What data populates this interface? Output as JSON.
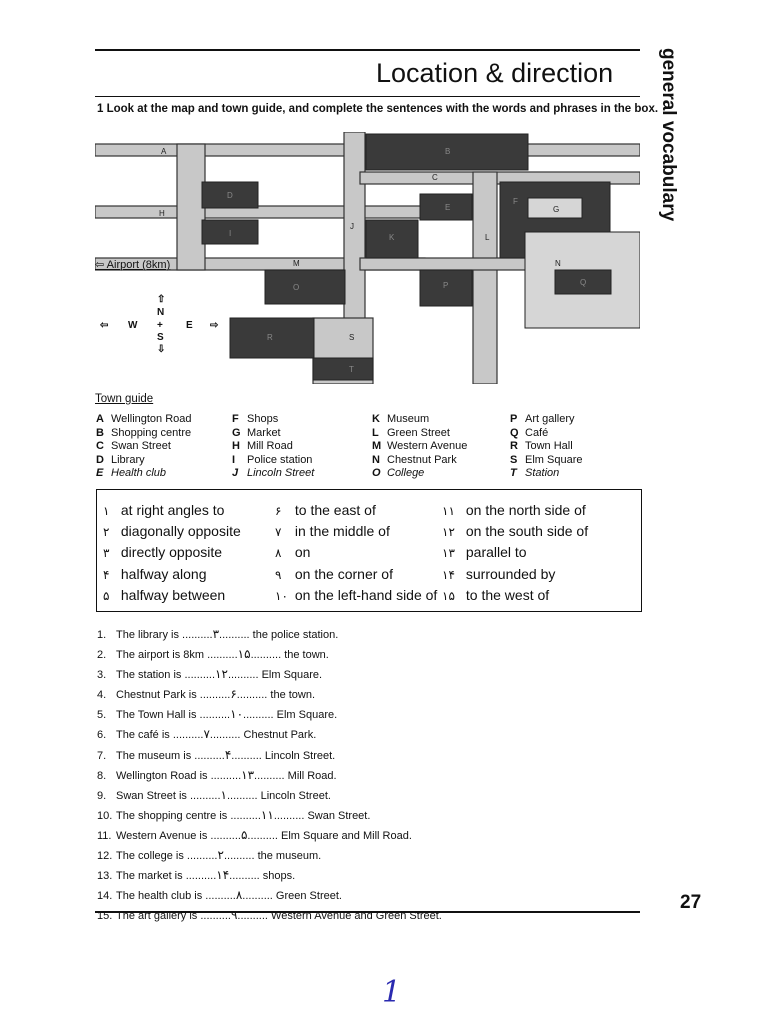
{
  "header": {
    "title": "Location & direction",
    "side_label": "general vocabulary",
    "instruction": "1 Look at the map and town guide, and complete the sentences with the words and phrases in the box."
  },
  "map": {
    "airport_label": "⇦ Airport (8km)",
    "compass": {
      "north": "N",
      "south": "S",
      "west": "W",
      "east": "E",
      "centre": "+",
      "arrow_up": "⇧",
      "arrow_down": "⇩",
      "arrow_left": "⇦",
      "arrow_right": "⇨"
    },
    "labels": [
      "A",
      "B",
      "C",
      "D",
      "E",
      "F",
      "G",
      "H",
      "I",
      "J",
      "K",
      "L",
      "M",
      "N",
      "O",
      "P",
      "Q",
      "R",
      "S",
      "T"
    ]
  },
  "town_guide": {
    "title": "Town guide",
    "columns": [
      [
        {
          "letter": "A",
          "name": "Wellington Road"
        },
        {
          "letter": "B",
          "name": "Shopping centre"
        },
        {
          "letter": "C",
          "name": "Swan Street"
        },
        {
          "letter": "D",
          "name": "Library"
        },
        {
          "letter": "E",
          "name": "Health club"
        }
      ],
      [
        {
          "letter": "F",
          "name": "Shops"
        },
        {
          "letter": "G",
          "name": "Market"
        },
        {
          "letter": "H",
          "name": "Mill Road"
        },
        {
          "letter": "I",
          "name": "Police station"
        },
        {
          "letter": "J",
          "name": "Lincoln Street"
        }
      ],
      [
        {
          "letter": "K",
          "name": "Museum"
        },
        {
          "letter": "L",
          "name": "Green Street"
        },
        {
          "letter": "M",
          "name": "Western Avenue"
        },
        {
          "letter": "N",
          "name": "Chestnut Park"
        },
        {
          "letter": "O",
          "name": "College"
        }
      ],
      [
        {
          "letter": "P",
          "name": "Art gallery"
        },
        {
          "letter": "Q",
          "name": "Café"
        },
        {
          "letter": "R",
          "name": "Town Hall"
        },
        {
          "letter": "S",
          "name": "Elm Square"
        },
        {
          "letter": "T",
          "name": "Station"
        }
      ]
    ]
  },
  "word_box": {
    "columns": [
      [
        {
          "num": "١",
          "text": "at right angles to"
        },
        {
          "num": "٢",
          "text": "diagonally opposite"
        },
        {
          "num": "٣",
          "text": "directly opposite"
        },
        {
          "num": "۴",
          "text": "halfway along"
        },
        {
          "num": "۵",
          "text": "halfway between"
        }
      ],
      [
        {
          "num": "۶",
          "text": "to the east of"
        },
        {
          "num": "٧",
          "text": "in the middle of"
        },
        {
          "num": "٨",
          "text": "on"
        },
        {
          "num": "٩",
          "text": "on the corner of"
        },
        {
          "num": "١٠",
          "text": "on the left-hand side of"
        }
      ],
      [
        {
          "num": "١١",
          "text": "on the north side of"
        },
        {
          "num": "١٢",
          "text": "on the south side of"
        },
        {
          "num": "١٣",
          "text": "parallel to"
        },
        {
          "num": "١۴",
          "text": "surrounded by"
        },
        {
          "num": "١۵",
          "text": "to the west of"
        }
      ]
    ]
  },
  "sentences": [
    {
      "num": "1.",
      "before": "The library is",
      "answer": "٣",
      "after": "the police station."
    },
    {
      "num": "2.",
      "before": "The airport is 8km",
      "answer": "١۵",
      "after": "the town."
    },
    {
      "num": "3.",
      "before": "The station is",
      "answer": "١٢",
      "after": "Elm Square."
    },
    {
      "num": "4.",
      "before": "Chestnut Park is",
      "answer": "۶",
      "after": "the town."
    },
    {
      "num": "5.",
      "before": "The Town Hall is",
      "answer": "١٠",
      "after": "Elm Square."
    },
    {
      "num": "6.",
      "before": "The café is",
      "answer": "٧",
      "after": "Chestnut Park."
    },
    {
      "num": "7.",
      "before": "The museum is",
      "answer": "۴",
      "after": "Lincoln Street."
    },
    {
      "num": "8.",
      "before": "Wellington Road is",
      "answer": "١٣",
      "after": "Mill Road."
    },
    {
      "num": "9.",
      "before": "Swan Street is",
      "answer": "١",
      "after": "Lincoln Street."
    },
    {
      "num": "10.",
      "before": "The shopping centre is",
      "answer": "١١",
      "after": "Swan Street."
    },
    {
      "num": "11.",
      "before": "Western Avenue is",
      "answer": "۵",
      "after": "Elm Square and Mill Road."
    },
    {
      "num": "12.",
      "before": "The college is",
      "answer": "٢",
      "after": "the museum."
    },
    {
      "num": "13.",
      "before": "The market is",
      "answer": "١۴",
      "after": "shops."
    },
    {
      "num": "14.",
      "before": "The health club is",
      "answer": "٨",
      "after": "Green Street."
    },
    {
      "num": "15.",
      "before": "The art gallery is",
      "answer": "٩",
      "after": "Western Avenue and Green Street."
    }
  ],
  "footer": {
    "page_number": "27",
    "handwritten_number": "1"
  }
}
